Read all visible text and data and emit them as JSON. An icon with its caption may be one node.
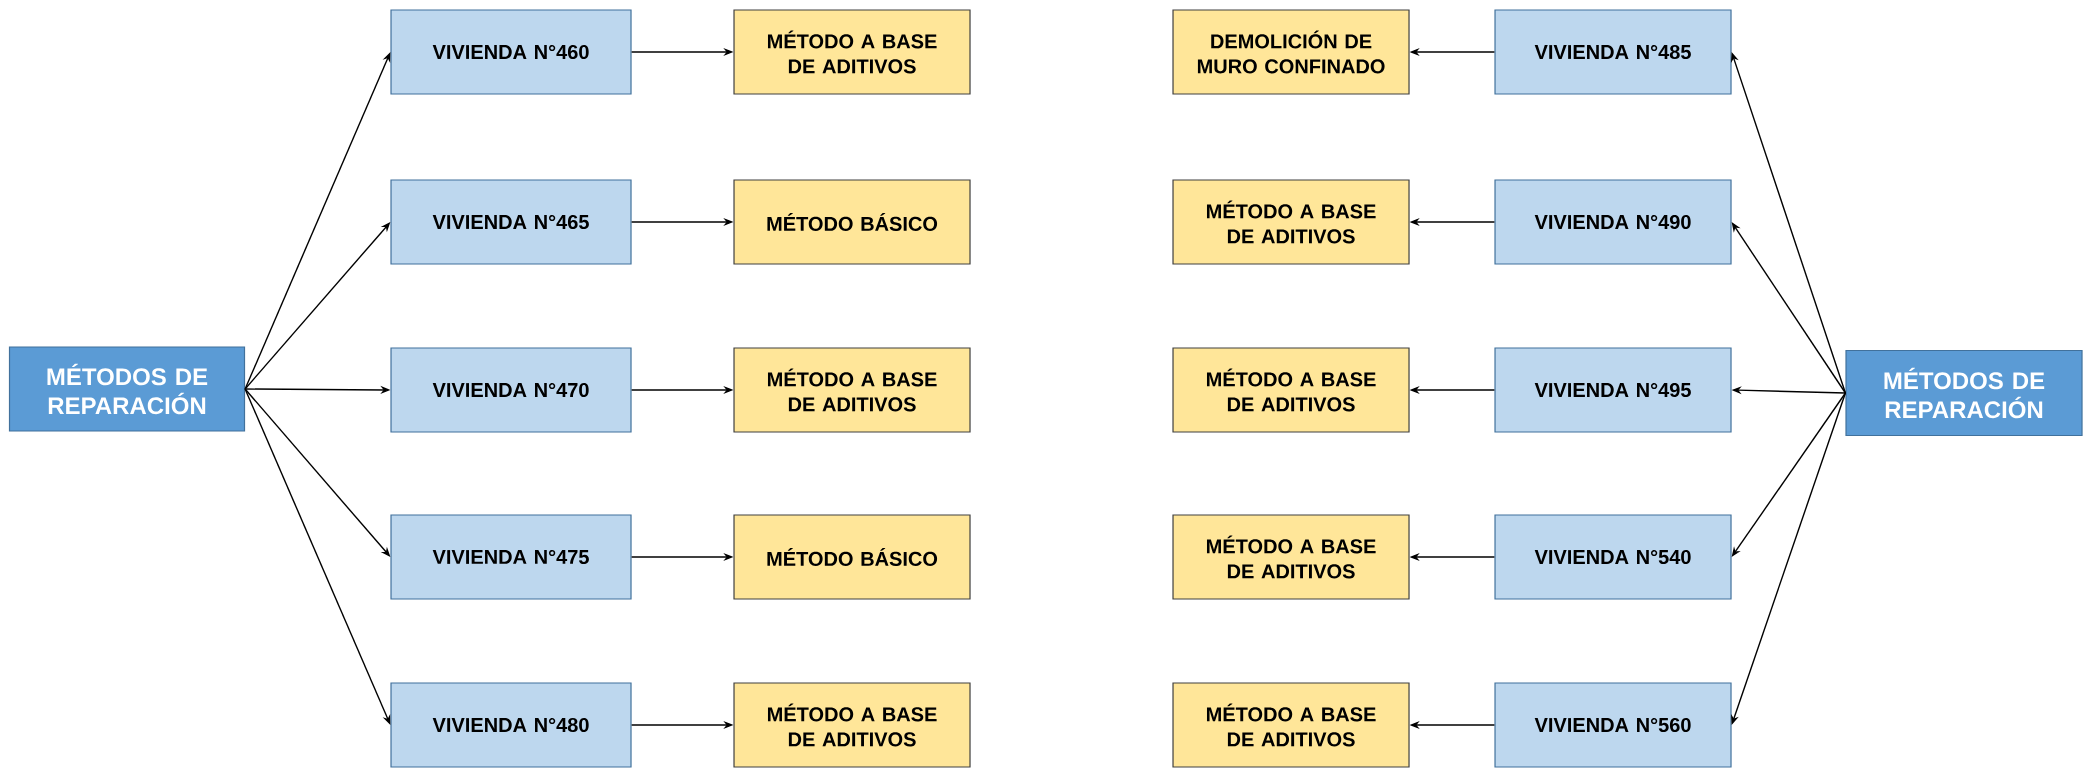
{
  "diagram": {
    "nodes": [
      {
        "text": [
          "MÉTODOS DE REPARACIÓN"
        ]
      },
      {
        "text": [
          "VIVIENDA N°460"
        ]
      },
      {
        "text": [
          "VIVIENDA N°465"
        ]
      },
      {
        "text": [
          "VIVIENDA N°470"
        ]
      },
      {
        "text": [
          "VIVIENDA N°475"
        ]
      },
      {
        "text": [
          "VIVIENDA N°480"
        ]
      },
      {
        "text": [
          "MÉTODO A BASE DE ADITIVOS"
        ]
      },
      {
        "text": [
          "MÉTODO BÁSICO"
        ]
      },
      {
        "text": [
          "MÉTODO A BASE DE ADITIVOS"
        ]
      },
      {
        "text": [
          "MÉTODO BÁSICO"
        ]
      },
      {
        "text": [
          "MÉTODO A BASE DE ADITIVOS"
        ]
      },
      {
        "text": [
          "MÉTODOS DE REPARACIÓN"
        ]
      },
      {
        "text": [
          "VIVIENDA N°485"
        ]
      },
      {
        "text": [
          "VIVIENDA N°490"
        ]
      },
      {
        "text": [
          "VIVIENDA N°495"
        ]
      },
      {
        "text": [
          "VIVIENDA N°540"
        ]
      },
      {
        "text": [
          "VIVIENDA N°560"
        ]
      },
      {
        "text": [
          "DEMOLICIÓN DE MURO CONFINADO"
        ]
      },
      {
        "text": [
          "MÉTODO A BASE DE ADITIVOS"
        ]
      },
      {
        "text": [
          "MÉTODO A BASE DE ADITIVOS"
        ]
      },
      {
        "text": [
          "MÉTODO A BASE DE ADITIVOS"
        ]
      },
      {
        "text": [
          "MÉTODO A BASE DE ADITIVOS"
        ]
      }
    ],
    "edges": [
      {
        "from": 0,
        "to": 1,
        "arrow": "to"
      },
      {
        "from": 0,
        "to": 2,
        "arrow": "to"
      },
      {
        "from": 0,
        "to": 3,
        "arrow": "to"
      },
      {
        "from": 0,
        "to": 4,
        "arrow": "to"
      },
      {
        "from": 0,
        "to": 5,
        "arrow": "to"
      },
      {
        "from": 1,
        "to": 6,
        "arrow": "to"
      },
      {
        "from": 2,
        "to": 7,
        "arrow": "to"
      },
      {
        "from": 3,
        "to": 8,
        "arrow": "to"
      },
      {
        "from": 4,
        "to": 9,
        "arrow": "to"
      },
      {
        "from": 5,
        "to": 10,
        "arrow": "to"
      },
      {
        "from": 11,
        "to": 12,
        "arrow": "to"
      },
      {
        "from": 11,
        "to": 13,
        "arrow": "to"
      },
      {
        "from": 11,
        "to": 14,
        "arrow": "to"
      },
      {
        "from": 11,
        "to": 15,
        "arrow": "to"
      },
      {
        "from": 11,
        "to": 16,
        "arrow": "to"
      },
      {
        "from": 12,
        "to": 17,
        "arrow": "to"
      },
      {
        "from": 13,
        "to": 18,
        "arrow": "to"
      },
      {
        "from": 14,
        "to": 19,
        "arrow": "to"
      },
      {
        "from": 15,
        "to": 20,
        "arrow": "to"
      },
      {
        "from": 16,
        "to": 21,
        "arrow": "to"
      }
    ]
  }
}
